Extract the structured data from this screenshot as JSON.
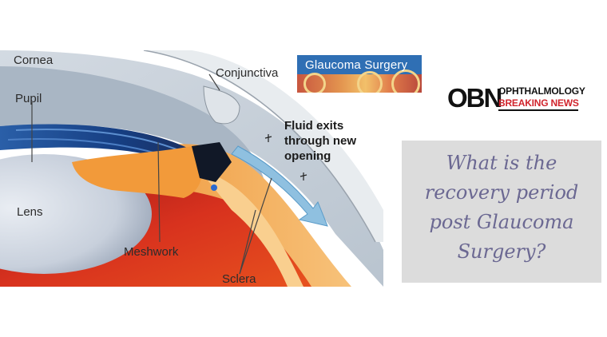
{
  "diagram": {
    "labels": {
      "cornea": "Cornea",
      "pupil": "Pupil",
      "lens": "Lens",
      "conjunctiva": "Conjunctiva",
      "fluid_line1": "Fluid exits",
      "fluid_line2": "through new",
      "fluid_line3": "opening",
      "meshwork": "Meshwork",
      "sclera": "Sclera"
    }
  },
  "banner": {
    "title": "Glaucoma Surgery"
  },
  "logo": {
    "mark": "OBN",
    "line1": "OPHTHALMOLOGY",
    "line2": "BREAKING NEWS"
  },
  "question": {
    "line1": "What is the",
    "line2": "recovery period",
    "line3": "post Glaucoma",
    "line4": "Surgery?"
  },
  "colors": {
    "question_bg": "#dcdcdc",
    "question_text": "#6b6892",
    "banner_blue": "#2f6fb4",
    "logo_red": "#d1242c"
  }
}
